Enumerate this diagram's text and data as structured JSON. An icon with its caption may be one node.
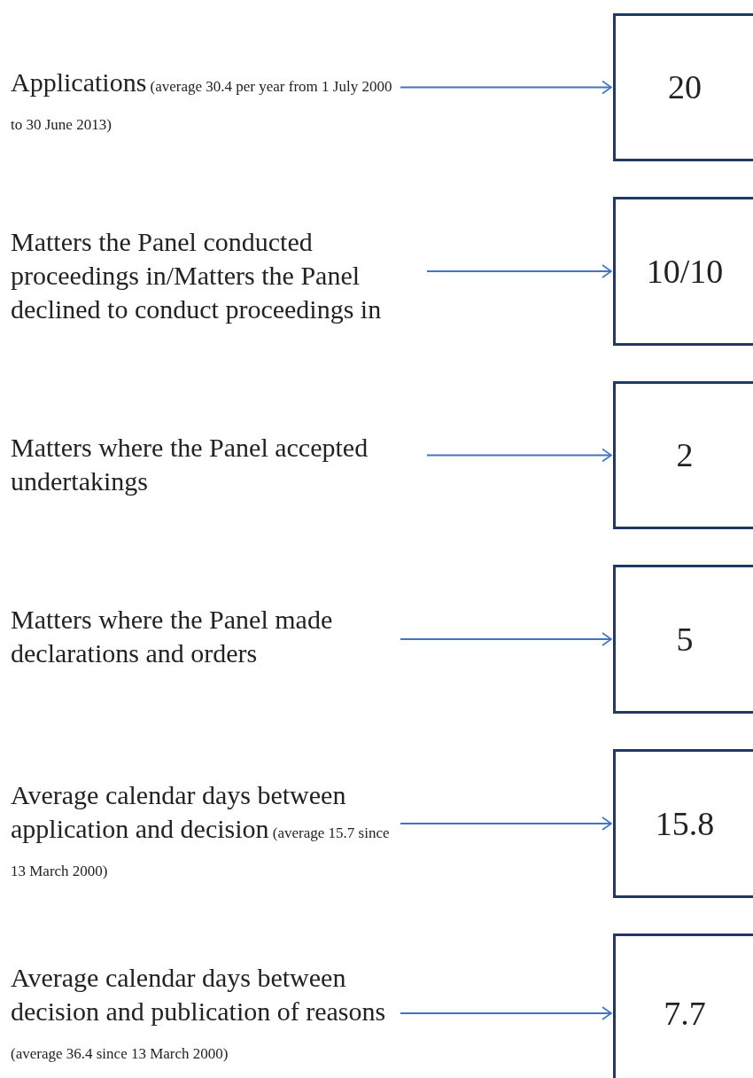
{
  "diagram": {
    "nodes": [
      {
        "text": [
          "Applications",
          "(average 30.4 per year from 1 July 2000 to 30 June 2013)"
        ]
      },
      {
        "text": [
          "20"
        ]
      },
      {
        "text": [
          "Matters the Panel conducted proceedings in/Matters the Panel declined to conduct proceedings in"
        ]
      },
      {
        "text": [
          "10/10"
        ]
      },
      {
        "text": [
          "Matters where the Panel accepted undertakings"
        ]
      },
      {
        "text": [
          "2"
        ]
      },
      {
        "text": [
          "Matters where the Panel made declarations and orders"
        ]
      },
      {
        "text": [
          "5"
        ]
      },
      {
        "text": [
          "Average calendar days between application and decision",
          "(average 15.7 since 13 March 2000)"
        ]
      },
      {
        "text": [
          "15.8"
        ]
      },
      {
        "text": [
          "Average calendar days between decision and publication of reasons",
          "(average 36.4 since 13 March 2000)"
        ]
      },
      {
        "text": [
          "7.7"
        ]
      }
    ],
    "edges": [
      {
        "from": 0,
        "to": 1,
        "arrow": "to"
      },
      {
        "from": 2,
        "to": 3,
        "arrow": "to"
      },
      {
        "from": 4,
        "to": 5,
        "arrow": "to"
      },
      {
        "from": 6,
        "to": 7,
        "arrow": "to"
      },
      {
        "from": 8,
        "to": 9,
        "arrow": "to"
      },
      {
        "from": 10,
        "to": 11,
        "arrow": "to"
      }
    ]
  }
}
